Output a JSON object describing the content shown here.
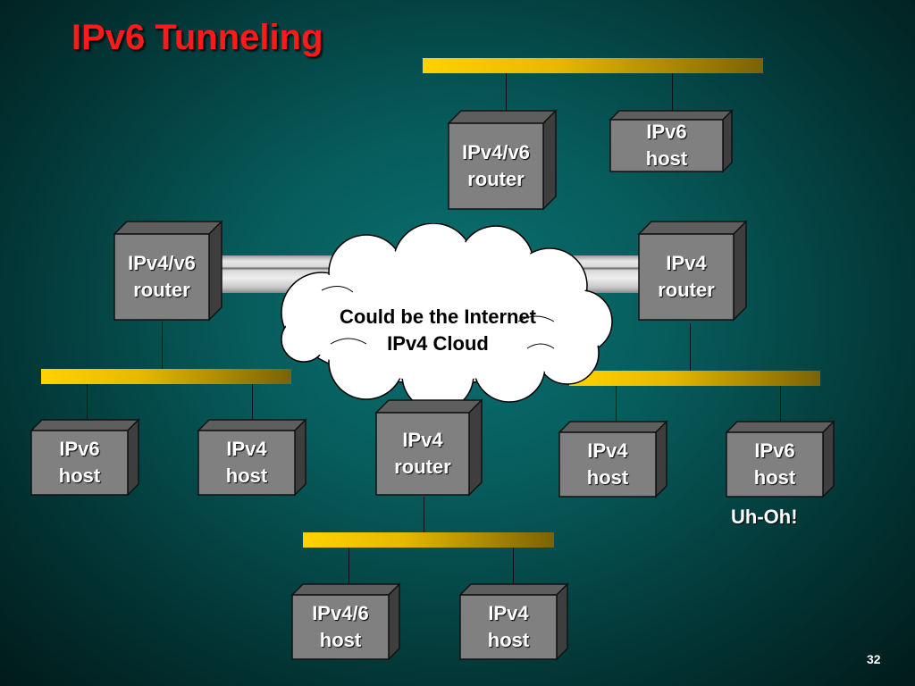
{
  "title": "IPv6 Tunneling",
  "cloud_label": [
    "Could be the Internet",
    "IPv4 Cloud"
  ],
  "annotation": "Uh-Oh!",
  "page_number": "32",
  "nodes": {
    "router_v46_top": [
      "IPv4/v6",
      "router"
    ],
    "host_v6_top": [
      "IPv6",
      "host"
    ],
    "router_v46_left": [
      "IPv4/v6",
      "router"
    ],
    "router_v4_right": [
      "IPv4",
      "router"
    ],
    "host_v6_left": [
      "IPv6",
      "host"
    ],
    "host_v4_left": [
      "IPv4",
      "host"
    ],
    "router_v4_center": [
      "IPv4",
      "router"
    ],
    "host_v4_right": [
      "IPv4",
      "host"
    ],
    "host_v6_right": [
      "IPv6",
      "host"
    ],
    "host_v46_bottom": [
      "IPv4/6",
      "host"
    ],
    "host_v4_bottom": [
      "IPv4",
      "host"
    ]
  },
  "colors": {
    "title": "#ff1a1a",
    "box_face": "#808080",
    "bus": "#ffd200",
    "background": "#075a5a"
  }
}
